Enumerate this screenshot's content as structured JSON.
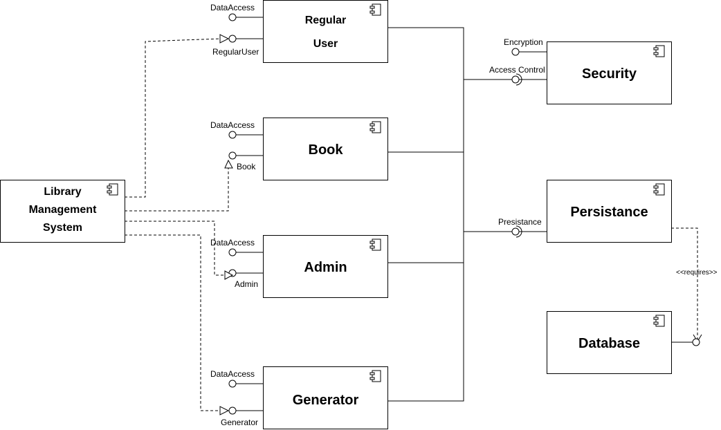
{
  "components": {
    "library": {
      "line1": "Library",
      "line2": "Management",
      "line3": "System"
    },
    "regular_user": {
      "line1": "Regular",
      "line2": "User"
    },
    "book": {
      "title": "Book"
    },
    "admin": {
      "title": "Admin"
    },
    "generator": {
      "title": "Generator"
    },
    "security": {
      "title": "Security"
    },
    "persistance": {
      "title": "Persistance"
    },
    "database": {
      "title": "Database"
    }
  },
  "interfaces": {
    "regular_user_data": "DataAccess",
    "regular_user_port": "RegularUser",
    "book_data": "DataAccess",
    "book_port": "Book",
    "admin_data": "DataAccess",
    "admin_port": "Admin",
    "generator_data": "DataAccess",
    "generator_port": "Generator",
    "encryption": "Encryption",
    "access_control": "Access Control",
    "presistance": "Presistance",
    "requires": "<<requires>>"
  }
}
